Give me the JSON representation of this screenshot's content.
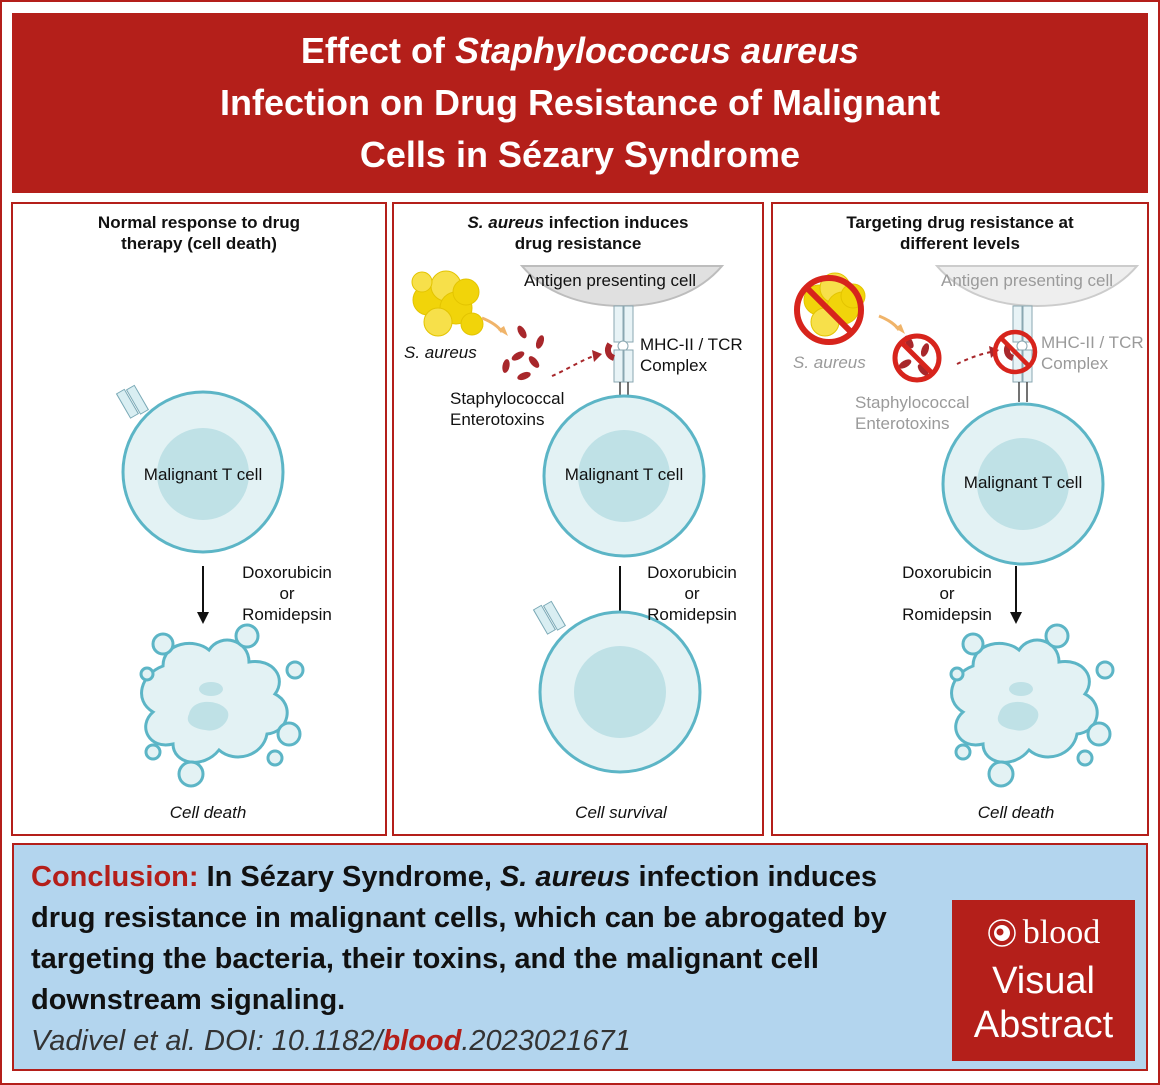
{
  "title": {
    "line1_prefix": "Effect of ",
    "line1_italic": "Staphylococcus aureus",
    "line2": "Infection on Drug Resistance of Malignant",
    "line3": "Cells in Sézary Syndrome"
  },
  "panels": [
    {
      "title_line1": "Normal response to drug",
      "title_line2": "therapy (cell death)",
      "cell_label": "Malignant T cell",
      "drug_line1": "Doxorubicin",
      "drug_line2": "or",
      "drug_line3": "Romidepsin",
      "outcome": "Cell death"
    },
    {
      "title_italic": "S. aureus",
      "title_line1_rest": " infection induces",
      "title_line2": "drug resistance",
      "apc_label": "Antigen presenting cell",
      "bacteria_label": "S. aureus",
      "toxin_line1": "Staphylococcal",
      "toxin_line2": "Enterotoxins",
      "complex_line1": "MHC-II / TCR",
      "complex_line2": "Complex",
      "cell_label": "Malignant T cell",
      "drug_line1": "Doxorubicin",
      "drug_line2": "or",
      "drug_line3": "Romidepsin",
      "outcome": "Cell survival"
    },
    {
      "title_line1": "Targeting drug resistance at",
      "title_line2": "different levels",
      "apc_label": "Antigen presenting cell",
      "bacteria_label": "S. aureus",
      "toxin_line1": "Staphylococcal",
      "toxin_line2": "Enterotoxins",
      "complex_line1": "MHC-II / TCR",
      "complex_line2": "Complex",
      "cell_label": "Malignant T cell",
      "drug_line1": "Doxorubicin",
      "drug_line2": "or",
      "drug_line3": "Romidepsin",
      "outcome": "Cell death"
    }
  ],
  "conclusion": {
    "label": "Conclusion:",
    "text_a": " In Sézary Syndrome, ",
    "text_italic": "S. aureus",
    "text_b": " infection induces drug resistance in malignant cells, which can be abrogated by targeting the bacteria, their toxins, and the malignant cell downstream signaling."
  },
  "citation": {
    "prefix": "Vadivel et al. DOI: 10.1182/",
    "journal": "blood",
    "suffix": ".2023021671"
  },
  "badge": {
    "brand": "blood",
    "line2": "Visual",
    "line3": "Abstract"
  },
  "colors": {
    "brand_red": "#b41f1a",
    "conclusion_bg": "#b3d5ee",
    "cell_fill": "#e3f2f4",
    "cell_stroke": "#5cb5c6",
    "nucleus": "#bfe1e6",
    "bacteria_yellow": "#f1d40a",
    "toxin": "#a8272b"
  }
}
